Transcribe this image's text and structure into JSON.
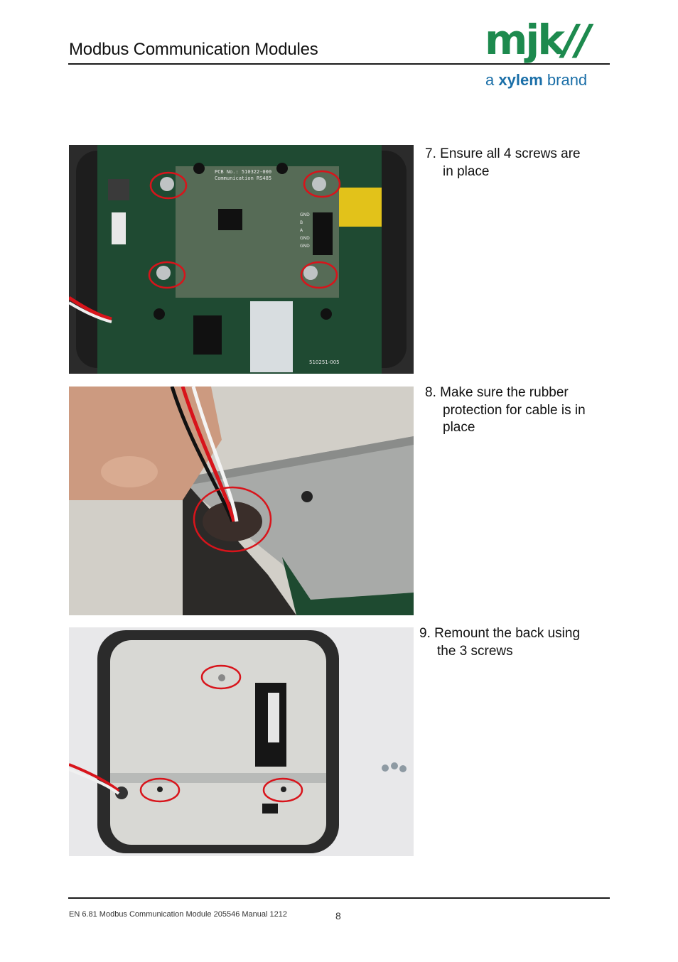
{
  "header": {
    "title": "Modbus Communication Modules",
    "logo_text": "mjk",
    "logo_sub_a": "a",
    "logo_sub_brand_name": "xylem",
    "logo_sub_brand": "brand"
  },
  "steps": [
    {
      "number": "7.",
      "line1": "Ensure all 4 screws are",
      "line2": "in place",
      "line3": ""
    },
    {
      "number": "8.",
      "line1": "Make sure the rubber",
      "line2": "protection for cable is in",
      "line3": "place"
    },
    {
      "number": "9.",
      "line1": "Remount the back using",
      "line2": "the 3 screws",
      "line3": ""
    }
  ],
  "photo1": {
    "pcb_label": "PCB No.: 510322-000",
    "pcb_sub": "Communication RS485",
    "terminal_labels": [
      "GND",
      "B",
      "A",
      "GND",
      "GND"
    ],
    "board_code": "510251-005"
  },
  "footer": {
    "doc_text": "EN 6.81 Modbus Communication Module 205546 Manual 1212",
    "page_number": "8"
  },
  "colors": {
    "pcb_green": "#1f4a32",
    "housing": "#2a2a2a",
    "highlight_red": "#d8141b",
    "metal_plate": "#d8d8d4",
    "logo_green": "#1d8a4e",
    "logo_blue": "#1b6fa8"
  }
}
